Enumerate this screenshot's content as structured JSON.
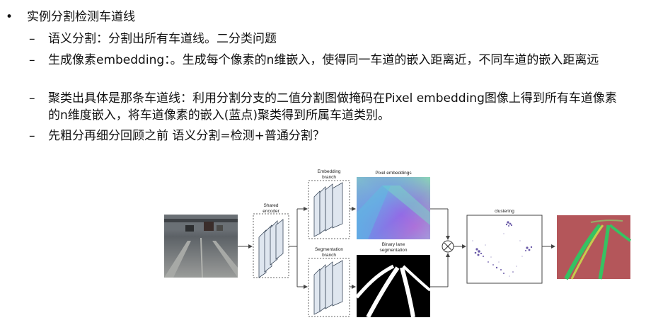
{
  "slide": {
    "title": "实例分割检测车道线",
    "bullet_symbol": "•",
    "dash_symbol": "–",
    "sub_bullets": [
      "语义分割：分割出所有车道线。二分类问题",
      "生成像素embedding：。生成每个像素的n维嵌入，使得同一车道的嵌入距离近，不同车道的嵌入距离远",
      "聚类出具体是那条车道线：利用分割分支的二值分割图做掩码在Pixel embedding图像上得到所有车道像素的n维度嵌入，将车道像素的嵌入(蓝点)聚类得到所属车道类别。",
      "先粗分再细分回顾之前 语义分割=检测+普通分割？"
    ]
  },
  "figure": {
    "shared_encoder": [
      "Shared",
      "encoder"
    ],
    "embedding_branch": [
      "Embedding",
      "branch"
    ],
    "segmentation_branch": [
      "Segmentation",
      "branch"
    ],
    "pixel_embeddings": "Pixel embeddings",
    "binary_lane_segmentation": [
      "Binary lane",
      "segmentation"
    ],
    "clustering": "clustering",
    "mask_operator": "⊗",
    "colors": {
      "line": "#444444",
      "block_fill": "#dfe6ef",
      "block_stroke": "#3c4a5c",
      "output_bg": "#b4565a",
      "lane_green": "#36c262",
      "lane_yellow": "#c9d84a"
    }
  }
}
